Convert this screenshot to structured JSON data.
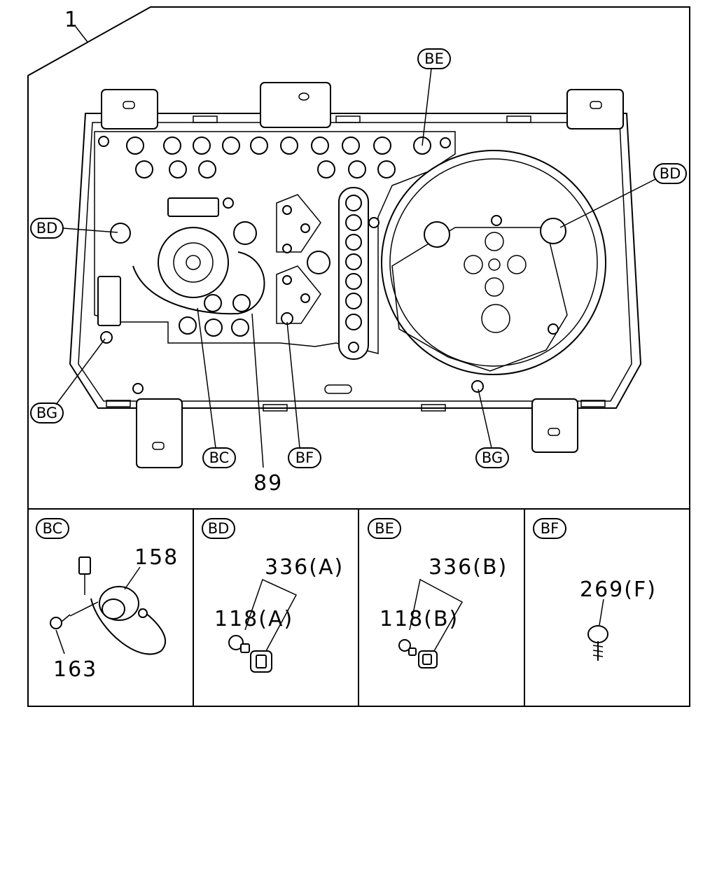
{
  "main": {
    "assembly_callout": "1",
    "tags": {
      "be": "BE",
      "bd_right": "BD",
      "bd_left": "BD",
      "bg_left": "BG",
      "bc": "BC",
      "bf": "BF",
      "bg_bottom": "BG"
    },
    "harness_callout": "89"
  },
  "details": [
    {
      "tag": "BC",
      "parts": [
        {
          "key": "p158",
          "number": "158"
        },
        {
          "key": "p163",
          "number": "163"
        }
      ]
    },
    {
      "tag": "BD",
      "parts": [
        {
          "key": "p336",
          "number": "336(A)"
        },
        {
          "key": "p118",
          "number": "118(A)"
        }
      ]
    },
    {
      "tag": "BE",
      "parts": [
        {
          "key": "p336",
          "number": "336(B)"
        },
        {
          "key": "p118",
          "number": "118(B)"
        }
      ]
    },
    {
      "tag": "BF",
      "parts": [
        {
          "key": "p269",
          "number": "269(F)"
        }
      ]
    }
  ]
}
